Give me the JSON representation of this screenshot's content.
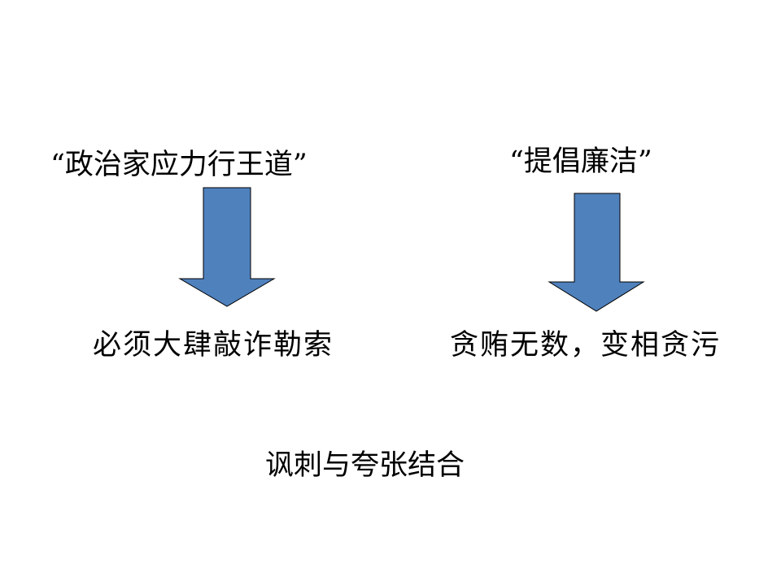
{
  "slide": {
    "left_quote": "“政治家应力行王道”",
    "right_quote": "“提倡廉洁”",
    "left_result": "必须大肆敲诈勒索",
    "right_result": "贪贿无数，变相贪污",
    "conclusion": "讽刺与夸张结合"
  },
  "colors": {
    "arrow_fill": "#4f81bd",
    "arrow_stroke": "#000000",
    "text": "#000000",
    "background": "#ffffff"
  },
  "icons": {
    "left_arrow": "down-arrow-icon",
    "right_arrow": "down-arrow-icon"
  }
}
